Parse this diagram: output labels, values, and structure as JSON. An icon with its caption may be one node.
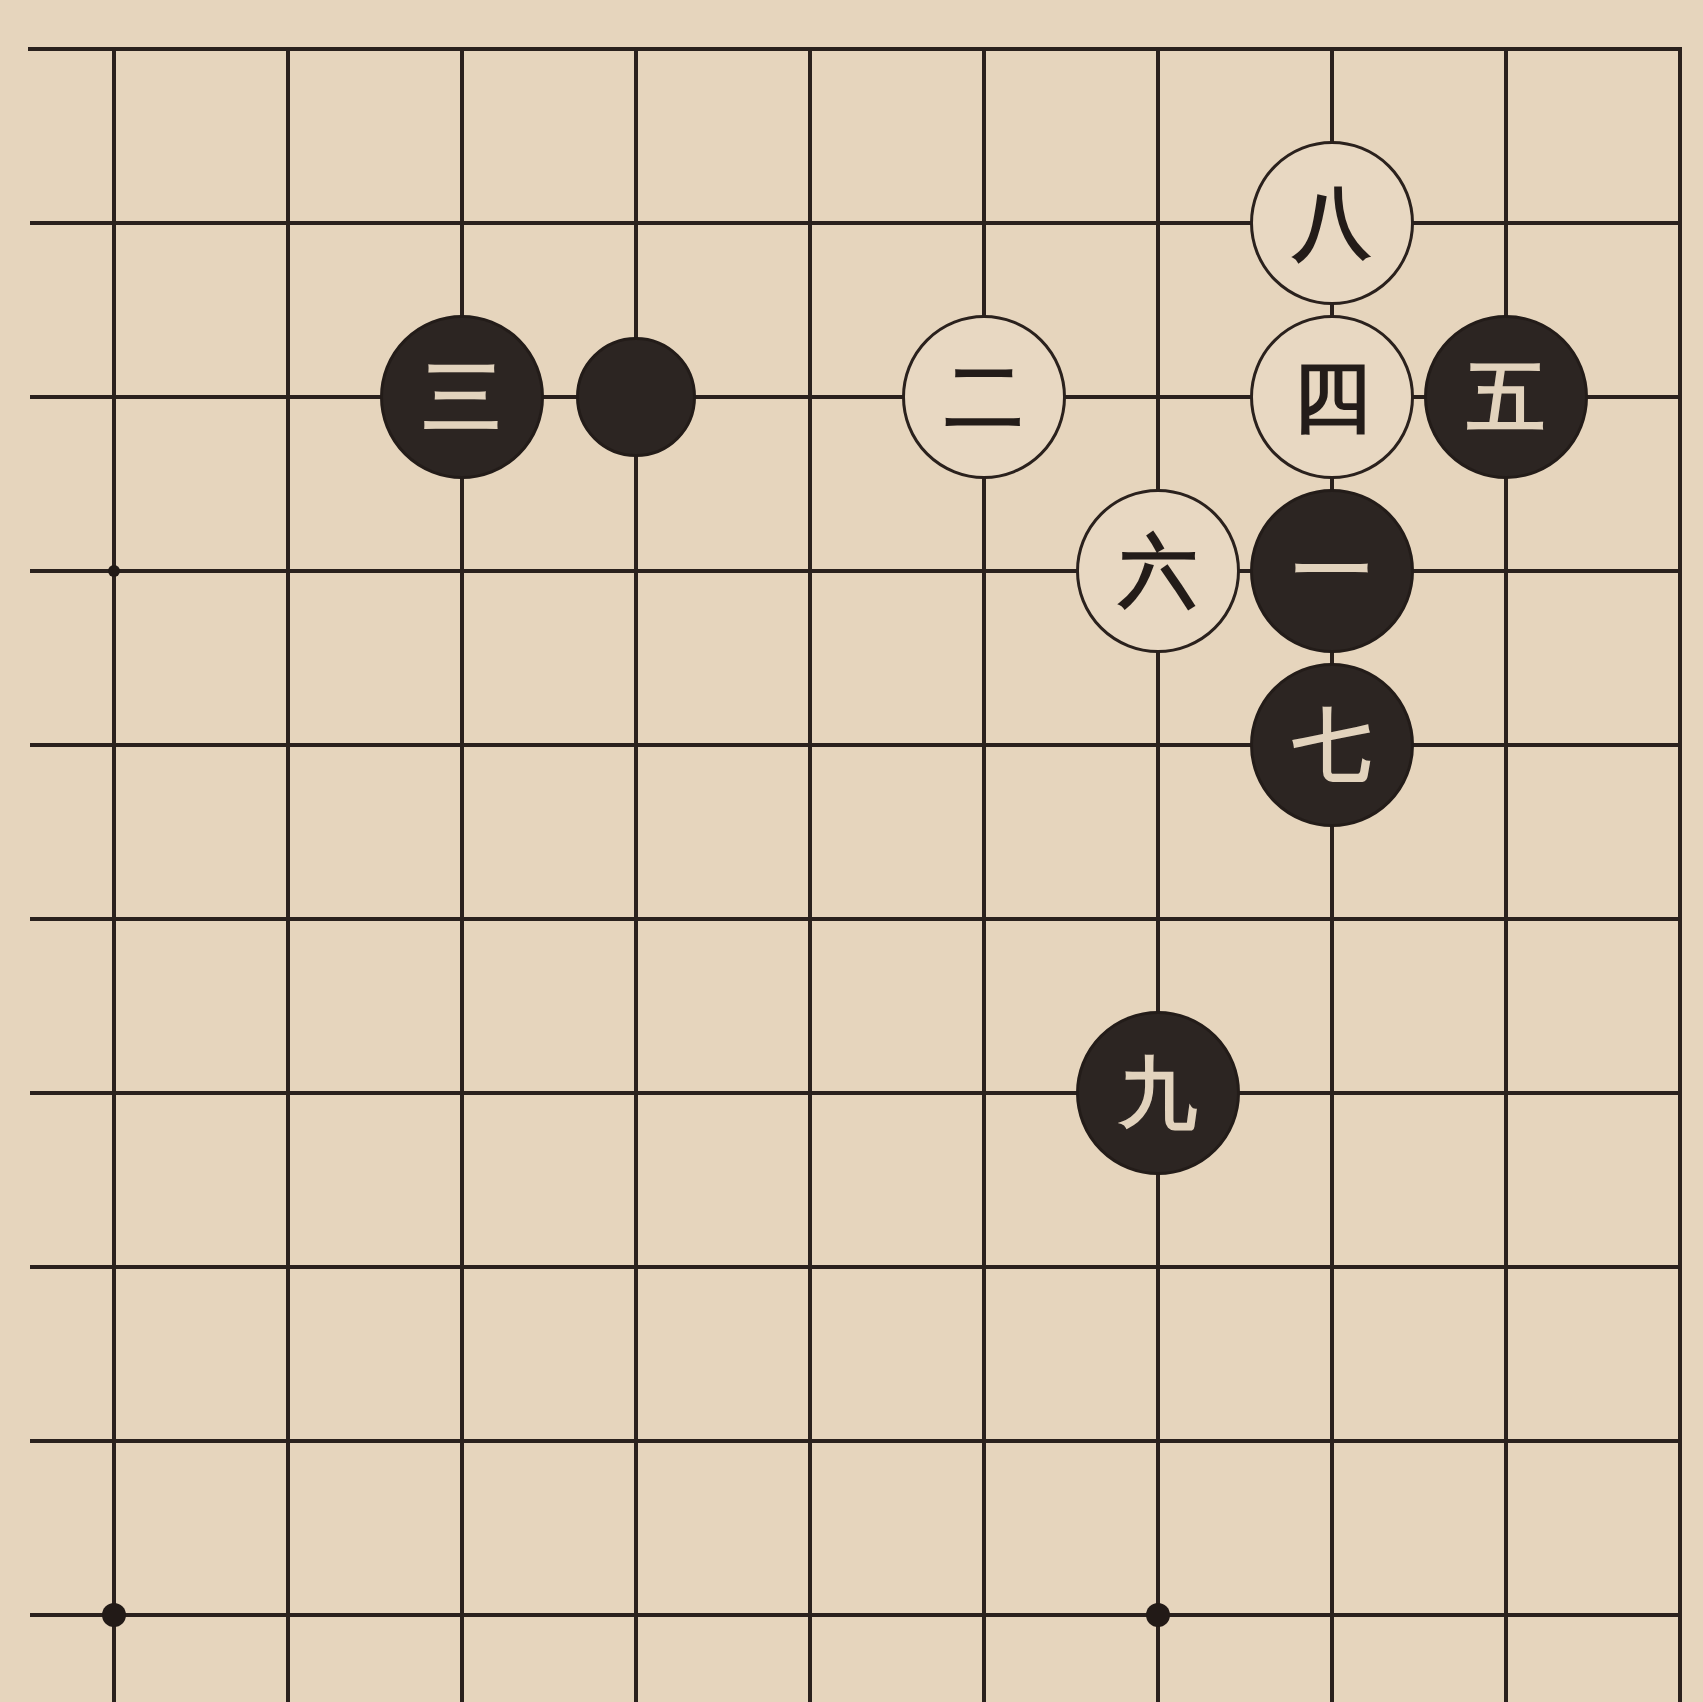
{
  "diagram": {
    "nodes": [
      {
        "text": [
          "八"
        ]
      },
      {
        "text": [
          "三"
        ]
      },
      {
        "text": [],
        "shape": "circle"
      },
      {
        "text": [
          "二"
        ]
      },
      {
        "text": [
          "四"
        ]
      },
      {
        "text": [
          "五"
        ]
      },
      {
        "text": [
          "六"
        ]
      },
      {
        "text": [
          "一"
        ]
      },
      {
        "text": [
          "七"
        ]
      },
      {
        "text": [
          "九"
        ]
      }
    ]
  }
}
